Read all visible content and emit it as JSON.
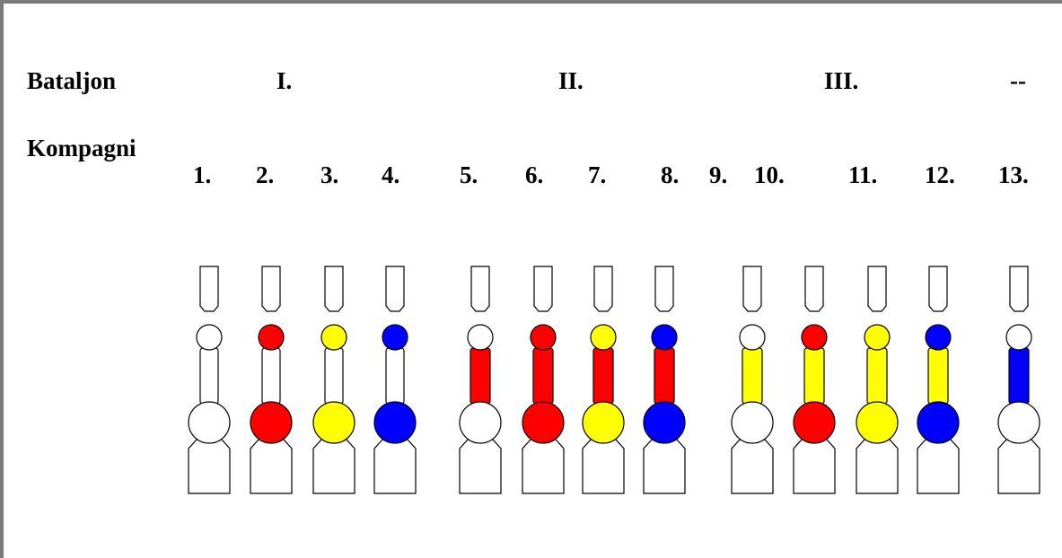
{
  "row_labels": {
    "battalion": "Bataljon",
    "company": "Kompagni"
  },
  "battalions": [
    "I.",
    "II.",
    "III.",
    "--"
  ],
  "companies": [
    "1.",
    "2.",
    "3.",
    "4.",
    "5.",
    "6.",
    "7.",
    "8.",
    "9.",
    "10.",
    "11.",
    "12.",
    "13."
  ],
  "colors": {
    "white": "#ffffff",
    "red": "#ff0000",
    "yellow": "#ffff00",
    "blue": "#0000ff",
    "outline": "#000000"
  },
  "figures": [
    {
      "small_ball": "white",
      "shaft": "white",
      "big_ball": "white"
    },
    {
      "small_ball": "red",
      "shaft": "white",
      "big_ball": "red"
    },
    {
      "small_ball": "yellow",
      "shaft": "white",
      "big_ball": "yellow"
    },
    {
      "small_ball": "blue",
      "shaft": "white",
      "big_ball": "blue"
    },
    {
      "small_ball": "white",
      "shaft": "red",
      "big_ball": "white"
    },
    {
      "small_ball": "red",
      "shaft": "red",
      "big_ball": "red"
    },
    {
      "small_ball": "yellow",
      "shaft": "red",
      "big_ball": "yellow"
    },
    {
      "small_ball": "blue",
      "shaft": "red",
      "big_ball": "blue"
    },
    {
      "small_ball": "white",
      "shaft": "yellow",
      "big_ball": "white"
    },
    {
      "small_ball": "red",
      "shaft": "yellow",
      "big_ball": "red"
    },
    {
      "small_ball": "yellow",
      "shaft": "yellow",
      "big_ball": "yellow"
    },
    {
      "small_ball": "blue",
      "shaft": "yellow",
      "big_ball": "blue"
    },
    {
      "small_ball": "white",
      "shaft": "blue",
      "big_ball": "white"
    }
  ]
}
